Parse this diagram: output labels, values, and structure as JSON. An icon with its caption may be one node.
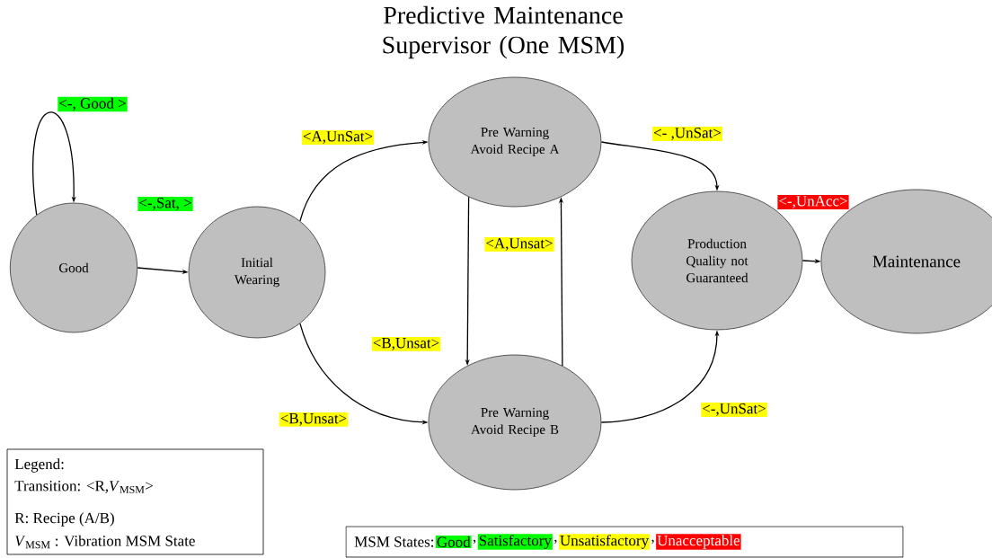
{
  "diagram": {
    "title": "Predictive Maintenance Supervisor (One MSM)",
    "nodes": [
      {
        "text": [
          "Good"
        ]
      },
      {
        "text": [
          "Initial Wearing"
        ]
      },
      {
        "text": [
          "Pre Warning Avoid Recipe A"
        ]
      },
      {
        "text": [
          "Pre Warning Avoid Recipe B"
        ]
      },
      {
        "text": [
          "Production Quality not Guaranteed"
        ]
      },
      {
        "text": [
          "Maintenance"
        ]
      }
    ],
    "edges": [
      {
        "from": 0,
        "to": 0,
        "arrow": "to",
        "label": "<-, Good >"
      },
      {
        "from": 0,
        "to": 1,
        "arrow": "to",
        "label": "<-,Sat, >"
      },
      {
        "from": 1,
        "to": 2,
        "arrow": "to",
        "label": "<A,UnSat>"
      },
      {
        "from": 1,
        "to": 3,
        "arrow": "to",
        "label": "<B,Unsat>"
      },
      {
        "from": 2,
        "to": 3,
        "arrow": "to",
        "label": "<B,Unsat>"
      },
      {
        "from": 3,
        "to": 2,
        "arrow": "to",
        "label": "<A,Unsat>"
      },
      {
        "from": 2,
        "to": 4,
        "arrow": "to",
        "label": "<- ,UnSat>"
      },
      {
        "from": 3,
        "to": 4,
        "arrow": "to",
        "label": "<-,UnSat>"
      },
      {
        "from": 4,
        "to": 5,
        "arrow": "to",
        "label": "<-,UnAcc>"
      }
    ],
    "labels": [
      "Legend:",
      "Transition: <R,*V*$_{MSM}$>",
      "R: Recipe (A/B)",
      "*V*$_{MSM}$ : Vibration MSM State",
      "MSM States:",
      ",",
      ",",
      ","
    ],
    "legend": [
      {
        "text": "Good",
        "color": "#00ff00"
      },
      {
        "text": "Satisfactory",
        "color": "#00ff00"
      },
      {
        "text": "Unsatisfactory",
        "color": "#ffff00"
      },
      {
        "text": "Unacceptable",
        "color": "#ff0000"
      }
    ]
  }
}
